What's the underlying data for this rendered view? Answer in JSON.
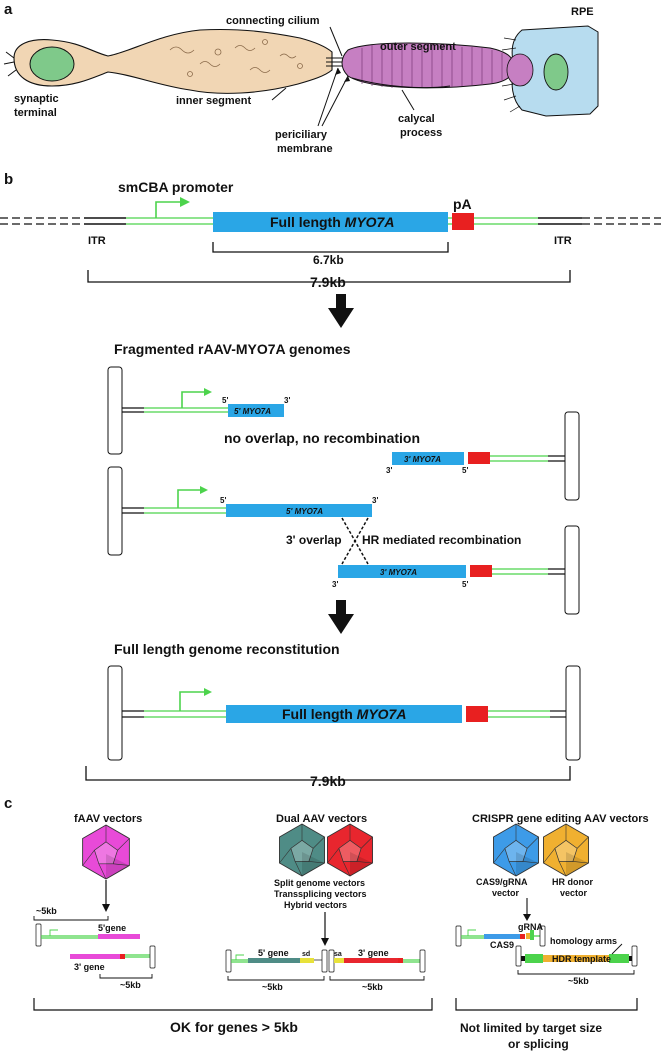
{
  "panels": {
    "a": "a",
    "b": "b",
    "c": "c"
  },
  "a": {
    "synaptic_terminal": [
      "synaptic",
      "terminal"
    ],
    "inner_segment": "inner segment",
    "connecting_cilium": "connecting cilium",
    "outer_segment": "outer segment",
    "rpe": "RPE",
    "periciliary": [
      "periciliary",
      "membrane"
    ],
    "calycal": [
      "calycal",
      "process"
    ]
  },
  "b": {
    "promoter": "smCBA promoter",
    "pa": "pA",
    "itr": "ITR",
    "full_length_prefix": "Full length ",
    "gene": "MYO7A",
    "size_cassette": "6.7kb",
    "size_total": "7.9kb",
    "fragmented_title": "Fragmented rAAV-MYO7A genomes",
    "five_prime": "5'",
    "three_prime": "3'",
    "frag5_label": "5' MYO7A",
    "frag3_label": "3' MYO7A",
    "no_overlap": "no overlap, no recombination",
    "overlap": "3' overlap",
    "hr": "HR mediated recombination",
    "reconstitution_title": "Full length genome reconstitution"
  },
  "c": {
    "faav": {
      "title": "fAAV vectors",
      "size": "~5kb",
      "five_gene": "5'gene",
      "three_gene": "3' gene"
    },
    "dual": {
      "title": "Dual AAV vectors",
      "types": [
        "Split genome vectors",
        "Transsplicing vectors",
        "Hybrid vectors"
      ],
      "five_gene": "5' gene",
      "three_gene": "3' gene",
      "sd": "sd",
      "sa": "sa",
      "size": "~5kb"
    },
    "crispr": {
      "title": "CRISPR gene editing AAV vectors",
      "cas_vector": [
        "CAS9/gRNA",
        "vector"
      ],
      "hr_vector": [
        "HR donor",
        "vector"
      ],
      "grna": "gRNA",
      "cas9": "CAS9",
      "homology": "homology arms",
      "hdr": "HDR template",
      "size": "~5kb"
    },
    "ok_genes": "OK for genes > 5kb",
    "not_limited": [
      "Not limited by target size",
      "or splicing"
    ]
  },
  "colors": {
    "blue_gene": "#2aa6e6",
    "red_pa": "#e82020",
    "green_line": "#4cd34c",
    "magenta": "#e84ad8",
    "teal": "#4f8c86",
    "red_capsid": "#e8262e",
    "blue_capsid": "#3d9be8",
    "orange_capsid": "#f0b030",
    "cell_tan": "#f1d6b4",
    "nucleus_green": "#7fc98a",
    "outer_purple": "#c67fc2",
    "rpe_blue": "#b7dcef"
  }
}
